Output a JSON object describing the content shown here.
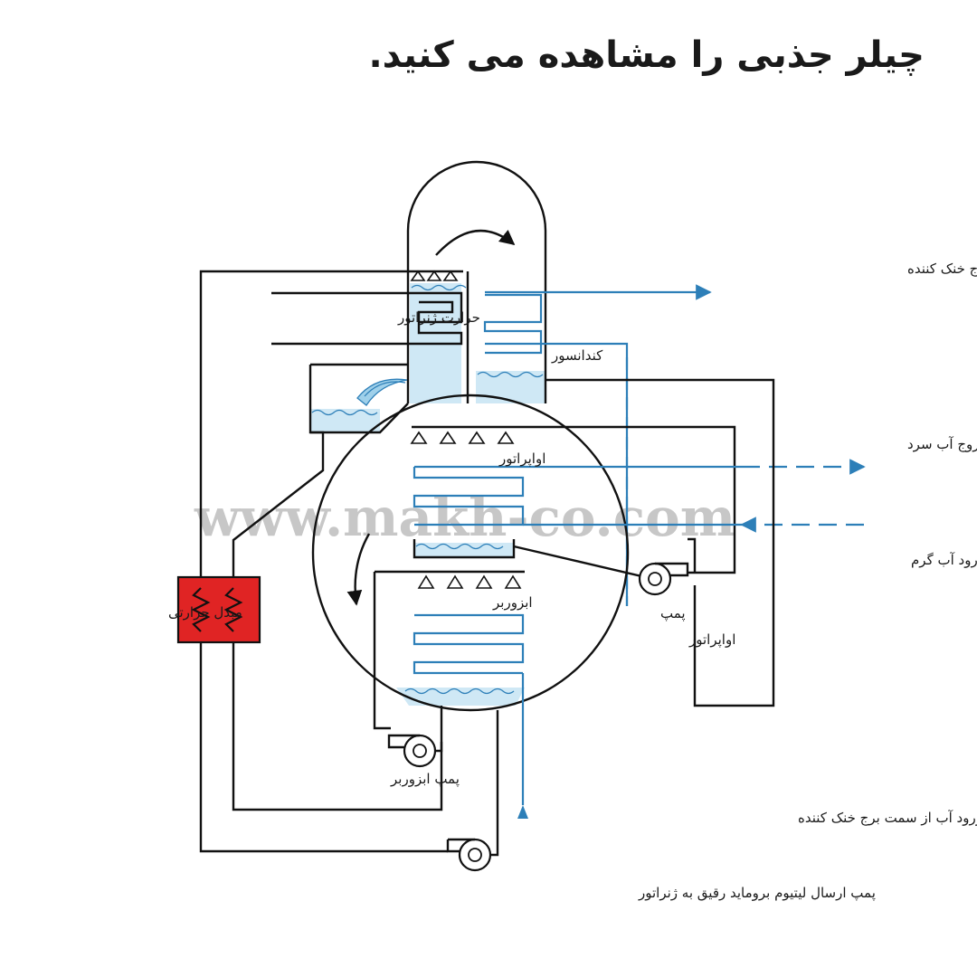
{
  "title": "چیلر جذبی را مشاهده می کنید.",
  "watermark": "www.makh-co.com",
  "labels": {
    "condenser_water_out": "خروج آب به سمت برج خنک کننده",
    "generator_heat": "حرارت ژنراتور",
    "condenser": "کندانسور",
    "chilled_water_out": "خروج آب سرد",
    "evaporator": "اواپراتور",
    "warm_water_in": "ورود آب گرم",
    "heat_exchanger": "مبدل حرارتی",
    "absorber": "ابزوربر",
    "evaporator_pump_1": "پمپ",
    "evaporator_pump_2": "اواپراتور",
    "absorber_pump": "پمپ ابزوربر",
    "cooling_water_in": "ورود آب از سمت برج خنک کننده",
    "solution_pump": "پمپ ارسال لیتیوم بروماید رقیق به ژنراتور"
  },
  "colors": {
    "water_line": "#2d7fb8",
    "liquid": "#cfe8f5",
    "heat_exchanger": "#e02424",
    "lines": "#111111"
  }
}
